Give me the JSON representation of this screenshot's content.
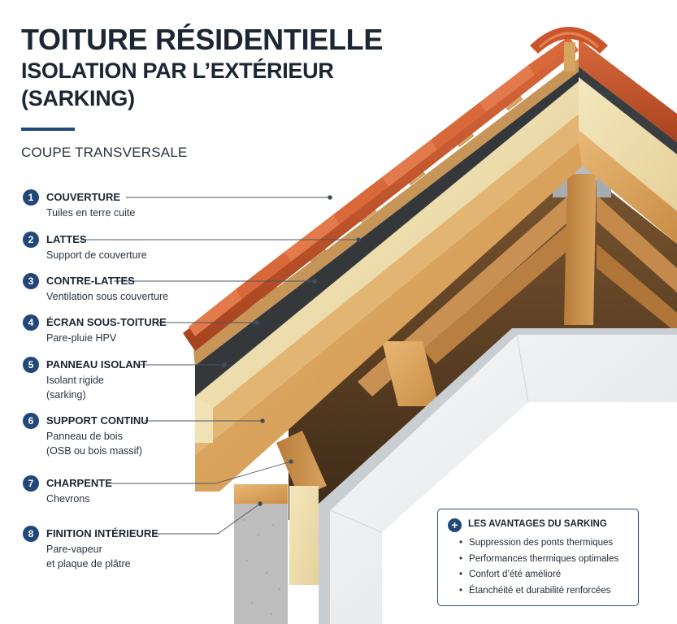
{
  "title": {
    "line1": "TOITURE RÉSIDENTIELLE",
    "line2": "ISOLATION PAR L’EXTÉRIEUR",
    "line3": "(SARKING)"
  },
  "subtitle": "COUPE TRANSVERSALE",
  "layers": [
    {
      "number": "1",
      "label": "COUVERTURE",
      "description": [
        "Tuiles en terre cuite"
      ]
    },
    {
      "number": "2",
      "label": "LATTES",
      "description": [
        "Support de couverture"
      ]
    },
    {
      "number": "3",
      "label": "CONTRE-LATTES",
      "description": [
        "Ventilation sous couverture"
      ]
    },
    {
      "number": "4",
      "label": "ÉCRAN SOUS-TOITURE",
      "description": [
        "Pare-pluie HPV"
      ]
    },
    {
      "number": "5",
      "label": "PANNEAU ISOLANT",
      "description": [
        "Isolant rigide",
        "(sarking)"
      ]
    },
    {
      "number": "6",
      "label": "SUPPORT CONTINU",
      "description": [
        "Panneau de bois",
        "(OSB ou bois massif)"
      ]
    },
    {
      "number": "7",
      "label": "CHARPENTE",
      "description": [
        "Chevrons"
      ]
    },
    {
      "number": "8",
      "label": "FINITION INTÉRIEURE",
      "description": [
        "Pare-vapeur",
        "et plaque de plâtre"
      ]
    }
  ],
  "advantages": {
    "title": "LES AVANTAGES DU SARKING",
    "items": [
      "Suppression des ponts thermiques",
      "Performances thermiques optimales",
      "Confort d’été amélioré",
      "Étanchéité et durabilité renforcées"
    ]
  },
  "colors": {
    "accent": "#22487a",
    "tile": "#c4552c",
    "membrane": "#3a3d40",
    "insulation": "#efdfae",
    "timber": "#d9a25a",
    "plaster": "#eef0f1",
    "masonry": "#bdbdbd"
  },
  "icons": {
    "badge": "numbered-circle",
    "advantages": "plus-icon"
  }
}
